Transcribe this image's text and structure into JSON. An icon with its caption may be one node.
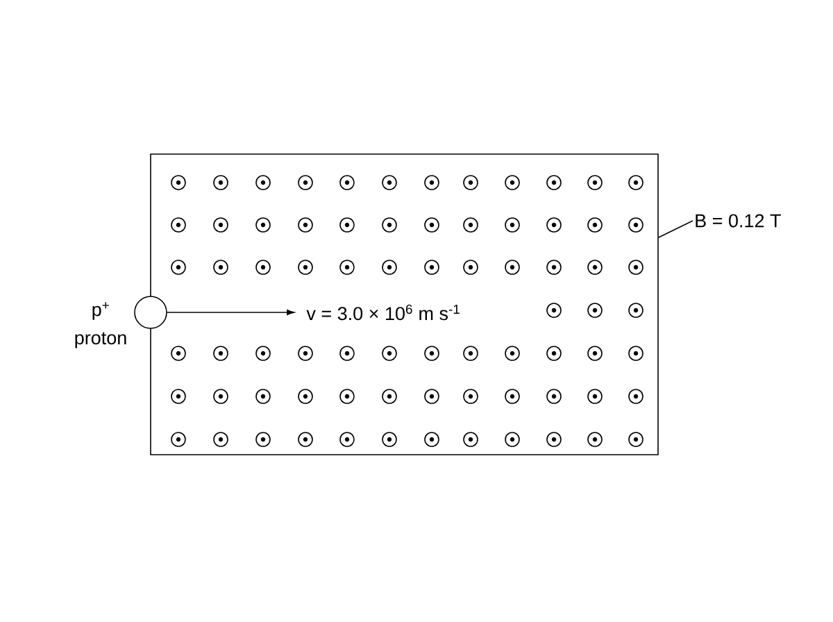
{
  "diagram": {
    "nodes": [
      {
        "text": [],
        "shape": "box"
      },
      {
        "text": [
          "B = 0.12 T"
        ]
      },
      {
        "text": [],
        "shape": "circle",
        "beside": [
          "p$^{+}$",
          "proton"
        ]
      },
      {
        "text": [
          "v = 3.0 × 10$^{6}$ m s$^{-1}$"
        ],
        "in": 0
      }
    ],
    "edges": [
      {
        "from": 1,
        "to": 0,
        "arrow": "none"
      },
      {
        "from": 2,
        "to": 3,
        "arrow": "to"
      }
    ]
  }
}
